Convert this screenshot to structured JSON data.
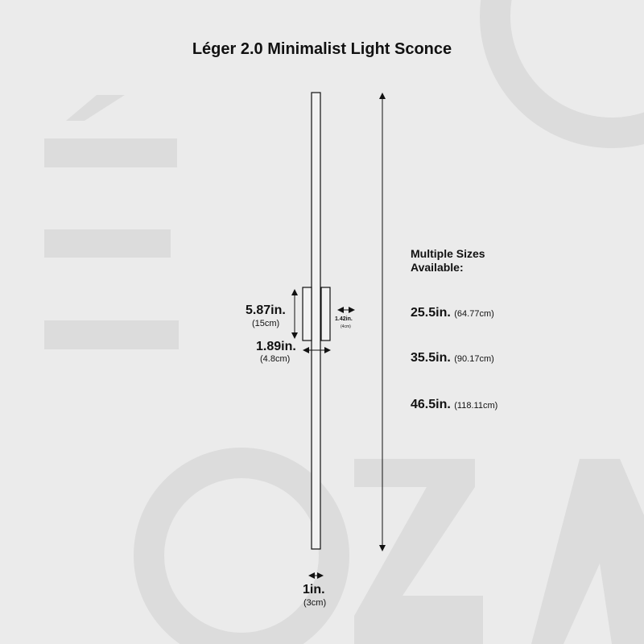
{
  "title": "Léger 2.0 Minimalist Light Sconce",
  "dimensions": {
    "mount_height": {
      "imperial": "5.87in.",
      "metric": "(15cm)"
    },
    "mount_depth": {
      "imperial": "1.89in.",
      "metric": "(4.8cm)"
    },
    "mount_width": {
      "imperial": "1.42in.",
      "metric": "(4cm)"
    },
    "rod_width": {
      "imperial": "1in.",
      "metric": "(3cm)"
    }
  },
  "sizes": {
    "heading_line1": "Multiple Sizes",
    "heading_line2": "Available:",
    "items": [
      {
        "imperial": "25.5in.",
        "metric": "(64.77cm)"
      },
      {
        "imperial": "35.5in.",
        "metric": "(90.17cm)"
      },
      {
        "imperial": "46.5in.",
        "metric": "(118.11cm)"
      }
    ]
  },
  "colors": {
    "background": "#ebebeb",
    "watermark": "#dcdcdc",
    "ink": "#111111"
  }
}
